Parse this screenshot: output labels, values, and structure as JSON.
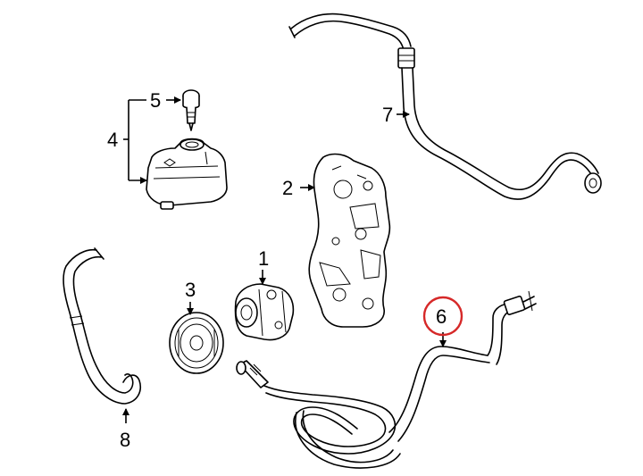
{
  "callouts": [
    {
      "id": "1",
      "text": "1"
    },
    {
      "id": "2",
      "text": "2"
    },
    {
      "id": "3",
      "text": "3"
    },
    {
      "id": "4",
      "text": "4"
    },
    {
      "id": "5",
      "text": "5"
    },
    {
      "id": "6",
      "text": "6"
    },
    {
      "id": "7",
      "text": "7"
    },
    {
      "id": "8",
      "text": "8"
    }
  ],
  "highlight": {
    "callout": "6",
    "color": "#d62828"
  }
}
